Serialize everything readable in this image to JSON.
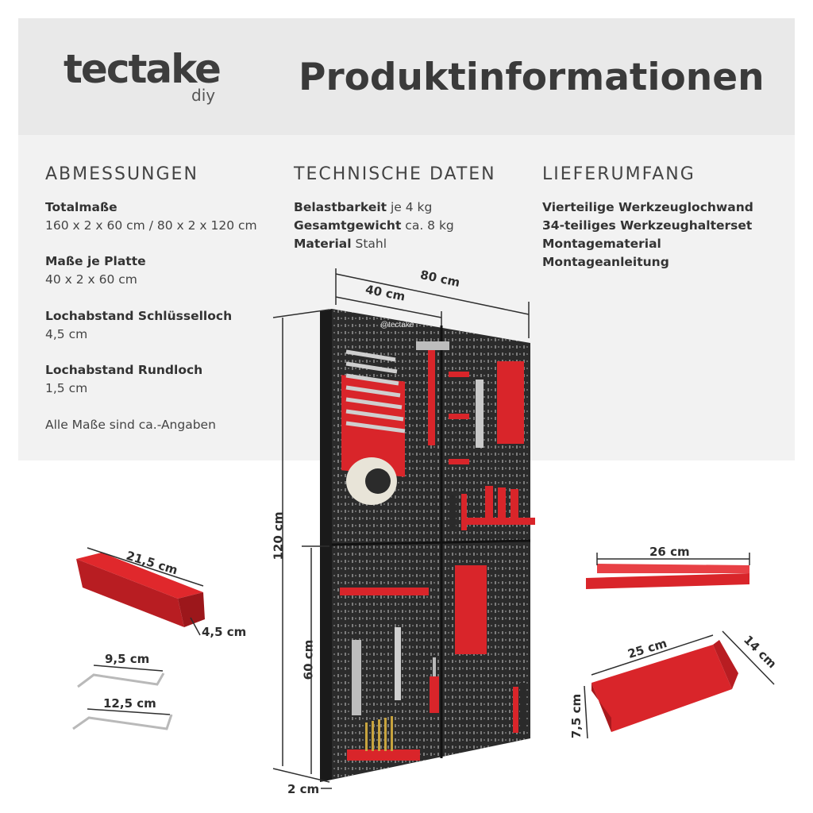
{
  "brand": {
    "name": "tectake",
    "sub": "diy",
    "board_logo": "@tectake"
  },
  "title": "Produktinformationen",
  "dimensions": {
    "heading": "ABMESSUNGEN",
    "items": [
      {
        "label": "Totalmaße",
        "value": "160 x 2 x 60 cm / 80 x 2 x 120 cm"
      },
      {
        "label": "Maße je Platte",
        "value": "40 x 2 x 60 cm"
      },
      {
        "label": "Lochabstand Schlüsselloch",
        "value": "4,5 cm"
      },
      {
        "label": "Lochabstand Rundloch",
        "value": "1,5 cm"
      }
    ],
    "note": "Alle Maße sind ca.-Angaben"
  },
  "technical": {
    "heading": "TECHNISCHE DATEN",
    "items": [
      {
        "label": "Belastbarkeit",
        "value": "je 4 kg"
      },
      {
        "label": "Gesamtgewicht",
        "value": "ca. 8 kg"
      },
      {
        "label": "Material",
        "value": "Stahl"
      }
    ]
  },
  "delivery": {
    "heading": "LIEFERUMFANG",
    "items": [
      "Vierteilige Werkzeuglochwand",
      "34-teiliges Werkzeughalterset",
      "Montagematerial",
      "Montageanleitung"
    ]
  },
  "measurements": {
    "total_width": "80 cm",
    "panel_width": "40 cm",
    "total_height": "120 cm",
    "panel_height": "60 cm",
    "depth": "2 cm",
    "bit_holder_length": "21,5 cm",
    "bit_holder_height": "4,5 cm",
    "hook_short": "9,5 cm",
    "hook_long": "12,5 cm",
    "rail_length": "26 cm",
    "tray_length": "25 cm",
    "tray_depth": "14 cm",
    "tray_height": "7,5 cm"
  },
  "colors": {
    "header_bg": "#e9e9e9",
    "panel_bg": "#f2f2f2",
    "board": "#2b2b2b",
    "accent_red": "#d9252a"
  }
}
